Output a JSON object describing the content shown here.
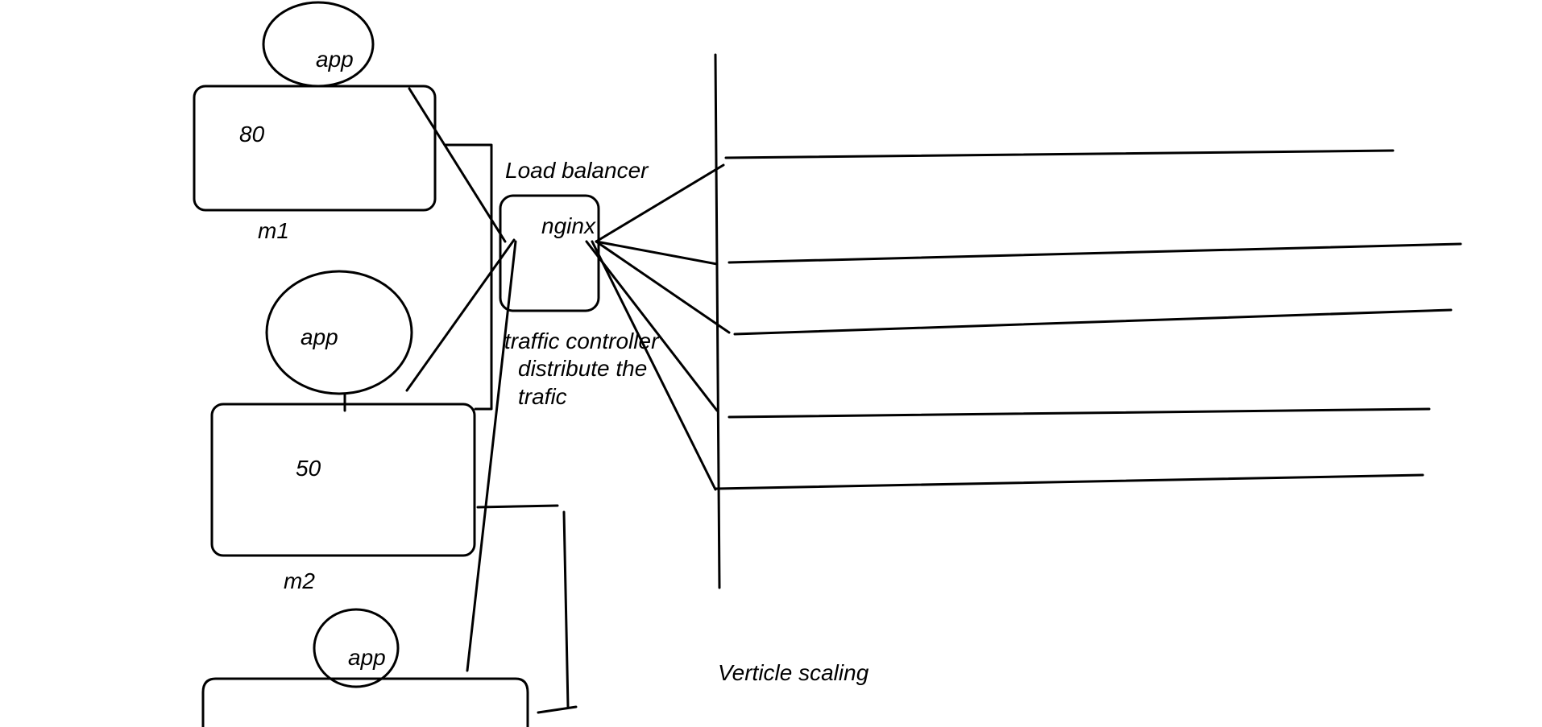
{
  "diagram": {
    "colors": {
      "ink": "#000000",
      "background": "#ffffff"
    },
    "machines": [
      {
        "app_label": "app",
        "value": "80",
        "name": "m1"
      },
      {
        "app_label": "app",
        "value": "50",
        "name": "m2"
      },
      {
        "app_label": "app",
        "value": "",
        "name": ""
      }
    ],
    "load_balancer": {
      "title": "Load balancer",
      "box_label": "nginx",
      "note_lines": [
        "traffic controller",
        "distribute the",
        "trafic"
      ]
    },
    "caption": "Verticle scaling"
  }
}
